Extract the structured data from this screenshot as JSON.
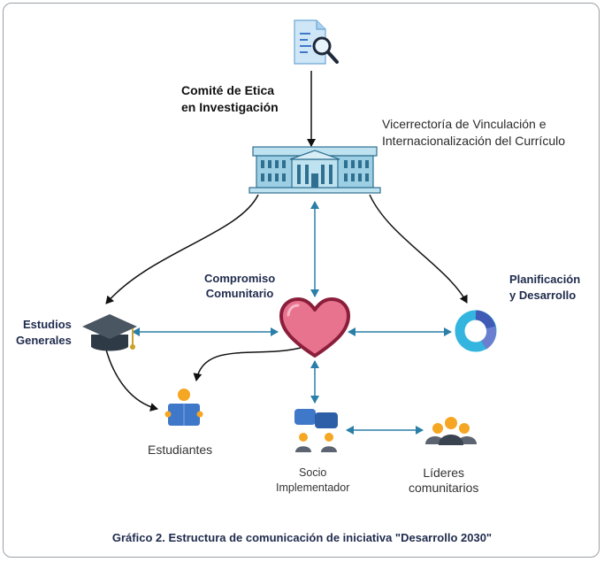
{
  "labels": {
    "comite": [
      "Comité de Etica",
      "en Investigación"
    ],
    "vicerrectoria": [
      "Vicerrectoría de Vinculación e",
      "Internacionalización del Currículo"
    ],
    "compromiso": [
      "Compromiso",
      "Comunitario"
    ],
    "planificacion": [
      "Planificación",
      "y Desarrollo"
    ],
    "estudios_generales": [
      "Estudios",
      "Generales"
    ],
    "estudiantes": "Estudiantes",
    "socio": [
      "Socio",
      "Implementador"
    ],
    "lideres": [
      "Líderes",
      "comunitarios"
    ]
  },
  "caption": "Gráfico 2. Estructura de comunicación de iniciativa \"Desarrollo 2030\"",
  "icons": {
    "document_search": "document-search-icon",
    "university_building": "university-building-icon",
    "heart": "heart-icon",
    "graduation_cap": "graduation-cap-icon",
    "donut_chart": "donut-chart-icon",
    "reading_student": "reading-student-icon",
    "chat_people": "chat-people-icon",
    "community_group": "community-group-icon"
  },
  "colors": {
    "black_arrow": "#111111",
    "blue_arrow": "#2a7fa8",
    "heart_fill": "#e8738f",
    "heart_stroke": "#8b1f3b",
    "building_fill": "#9ccfe4",
    "building_stroke": "#2f6f8f",
    "accent_orange": "#f5a623",
    "accent_blue": "#3f77c9"
  }
}
